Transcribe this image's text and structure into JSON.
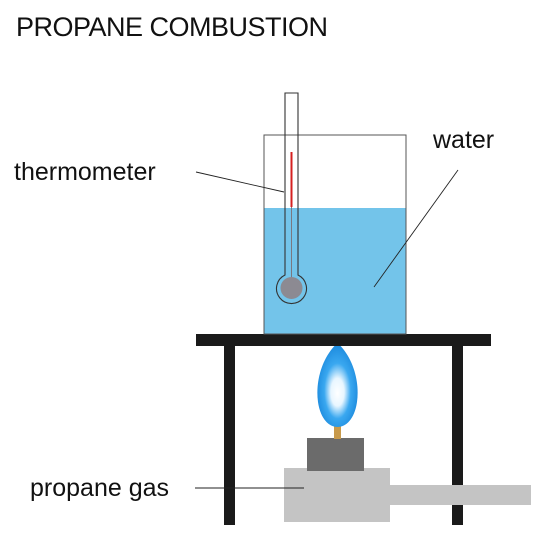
{
  "title": "PROPANE COMBUSTION",
  "labels": {
    "thermometer": "thermometer",
    "water": "water",
    "propane_gas": "propane gas"
  },
  "colors": {
    "water": "#73c4ea",
    "beaker_outline": "#555555",
    "stand": "#1a1a1a",
    "burner_body": "#c4c4c4",
    "burner_top": "#6b6b6b",
    "nozzle": "#c89a4b",
    "flame_outer": "#1a90e0",
    "flame_inner": "#ffffff",
    "thermometer_line": "#d62020",
    "thermometer_bulb": "#8c8a92"
  }
}
